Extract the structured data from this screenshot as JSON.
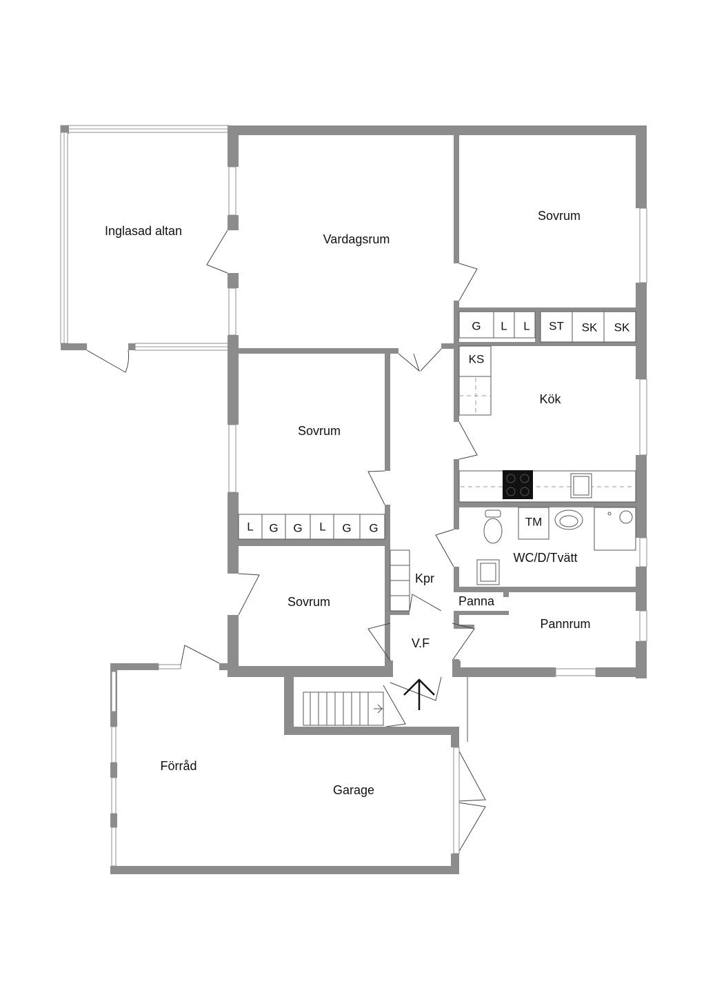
{
  "rooms": {
    "inglasad_altan": "Inglasad altan",
    "vardagsrum": "Vardagsrum",
    "sovrum_ne": "Sovrum",
    "sovrum_mid": "Sovrum",
    "sovrum_sw": "Sovrum",
    "kok": "Kök",
    "wc": "WC/D/Tvätt",
    "kpr": "Kpr",
    "panna": "Panna",
    "pannrum": "Pannrum",
    "vf": "V.F",
    "forrad": "Förråd",
    "garage": "Garage"
  },
  "closets": {
    "top": [
      "G",
      "L",
      "L"
    ],
    "kitchen_tall": [
      "ST",
      "SK",
      "SK"
    ],
    "ks": "KS",
    "bedroom": [
      "L",
      "G",
      "G",
      "L",
      "G",
      "G"
    ],
    "tm": "TM"
  }
}
